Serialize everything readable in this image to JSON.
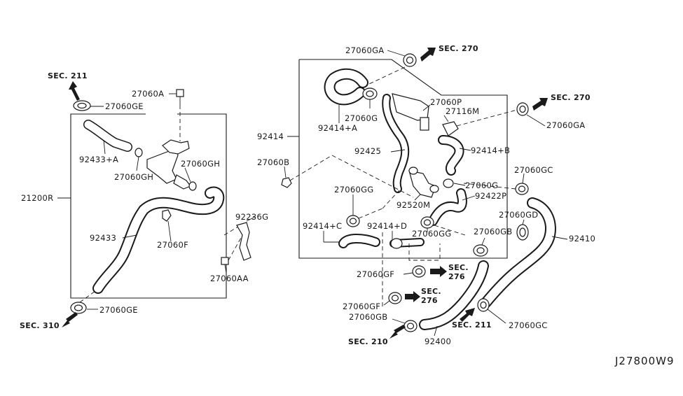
{
  "diagram_code": "J27800W9",
  "labels": {
    "sec_211_top": "SEC. 211",
    "p27060GE_top": "27060GE",
    "p27060A": "27060A",
    "p92433A": "92433+A",
    "p27060GH_left": "27060GH",
    "p27060GH_right": "27060GH",
    "p21200R": "21200R",
    "p92433": "92433",
    "p27060F": "27060F",
    "p92236G": "92236G",
    "p27060AA": "27060AA",
    "p27060GE_bottom": "27060GE",
    "sec_310": "SEC. 310",
    "p27060GA_top": "27060GA",
    "sec_270_top": "SEC. 270",
    "p27060G_upper": "27060G",
    "p92414A": "92414+A",
    "p27060P": "27060P",
    "p27116M": "27116M",
    "sec_270_right": "SEC. 270",
    "p27060GA_right": "27060GA",
    "p92414": "92414",
    "p92425": "92425",
    "p92414B": "92414+B",
    "p27060B": "27060B",
    "p27060GC_upper": "27060GC",
    "p27060GG_upper": "27060GG",
    "p27060G_lower": "27060G",
    "p92520M": "92520M",
    "p92422P": "92422P",
    "p27060GD": "27060GD",
    "p92414C": "92414+C",
    "p92414D": "92414+D",
    "p27060GG_lower": "27060GG",
    "p27060GB_upper": "27060GB",
    "p92410": "92410",
    "p27060GF_upper": "27060GF",
    "sec_276_upper": "SEC.",
    "sec_276_upper_num": "276",
    "p27060GF_lower": "27060GF",
    "sec_276_lower": "SEC.",
    "sec_276_lower_num": "276",
    "p27060GB_lower": "27060GB",
    "sec_211_bottom": "SEC. 211",
    "p27060GC_lower": "27060GC",
    "sec_210": "SEC. 210",
    "p92400": "92400"
  }
}
